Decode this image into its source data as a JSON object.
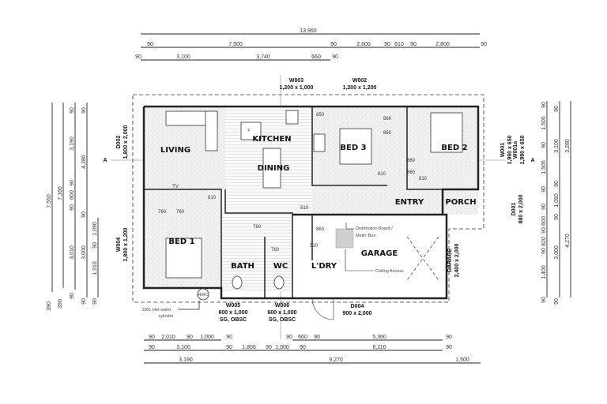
{
  "rooms": {
    "living": "LIVING",
    "kitchen": "KITCHEN",
    "dining": "DINING",
    "bed3": "BED 3",
    "bed2": "BED 2",
    "entry": "ENTRY",
    "porch": "PORCH",
    "bed1": "BED 1",
    "bath": "BATH",
    "wc": "WC",
    "laundry": "L'DRY",
    "garage": "GARAGE",
    "tv": "TV"
  },
  "openings": {
    "w003": {
      "id": "W003",
      "size": "1,200 x 1,000"
    },
    "w002": {
      "id": "W002",
      "size": "1,200 x 1,200"
    },
    "d002": {
      "id": "D002",
      "size": "1,800 x 2,000"
    },
    "w004": {
      "id": "W004",
      "size": "1,800 x 1,200"
    },
    "w001": {
      "id": "W001",
      "size": "1,990 x 650"
    },
    "w001a": {
      "id": "W001a",
      "size": "1,990 x 650"
    },
    "d001": {
      "id": "D001",
      "size": "880 x 2,000"
    },
    "garage_door": {
      "id": "GARAGE",
      "size": "2,400 x 2,000"
    },
    "w005": {
      "id": "W005",
      "size": "600 x 1,000",
      "glazing": "SG, OBSC"
    },
    "w006": {
      "id": "W006",
      "size": "600 x 1,000",
      "glazing": "SG, OBSC"
    },
    "d004": {
      "id": "D004",
      "size": "900 x 2,000"
    }
  },
  "notes": {
    "hwc": "HWC",
    "hot_water_1": "190L Hot water",
    "hot_water_2": "cylinder",
    "dist_board_1": "Distribution Board /",
    "dist_board_2": "Meter Box",
    "ceiling_access": "Ceiling Access",
    "section_left": "A",
    "section_right": "A",
    "fridge": "F"
  },
  "door_swings": [
    "810",
    "760",
    "760",
    "860",
    "860",
    "810",
    "860",
    "860",
    "810",
    "760",
    "510",
    "860",
    "510",
    "760",
    "650"
  ],
  "dimensions": {
    "top_row1": [
      "13,960"
    ],
    "top_row2": [
      "90",
      "7,500",
      "90",
      "2,600",
      "90",
      "610",
      "90",
      "2,800",
      "90"
    ],
    "top_row3": [
      "90",
      "3,100",
      "3,740",
      "660",
      "90"
    ],
    "bottom_row1": [
      "90",
      "2,010",
      "90",
      "1,000",
      "90",
      "90",
      "660",
      "90",
      "5,360",
      "90"
    ],
    "bottom_row2": [
      "90",
      "3,100",
      "90",
      "1,800",
      "90",
      "1,000",
      "90",
      "6,110",
      "90"
    ],
    "bottom_row3": [
      "3,190",
      "9,270",
      "1,500"
    ],
    "left_col1": [
      "7,550",
      "390"
    ],
    "left_col2": [
      "7,160",
      "390"
    ],
    "left_col3": [
      "90",
      "3,190",
      "90",
      "600",
      "90",
      "3,010",
      "90"
    ],
    "left_col4": [
      "90",
      "4,280",
      "90",
      "3,000",
      "90"
    ],
    "left_col5": [
      "1,090",
      "90",
      "1,910",
      "90"
    ],
    "right_col1": [
      "90",
      "1,505",
      "90",
      "1,505",
      "90",
      "90",
      "600",
      "90",
      "820",
      "90",
      "1,400",
      "90"
    ],
    "right_col2": [
      "90",
      "3,100",
      "90",
      "1,090",
      "90",
      "3,000",
      "90"
    ],
    "right_col3": [
      "3,280",
      "4,270"
    ]
  },
  "colors": {
    "wall": "#222222",
    "floor_tile": "#e9e9e9",
    "dash": "#333333",
    "access_hatch": "#cfcfcf"
  }
}
